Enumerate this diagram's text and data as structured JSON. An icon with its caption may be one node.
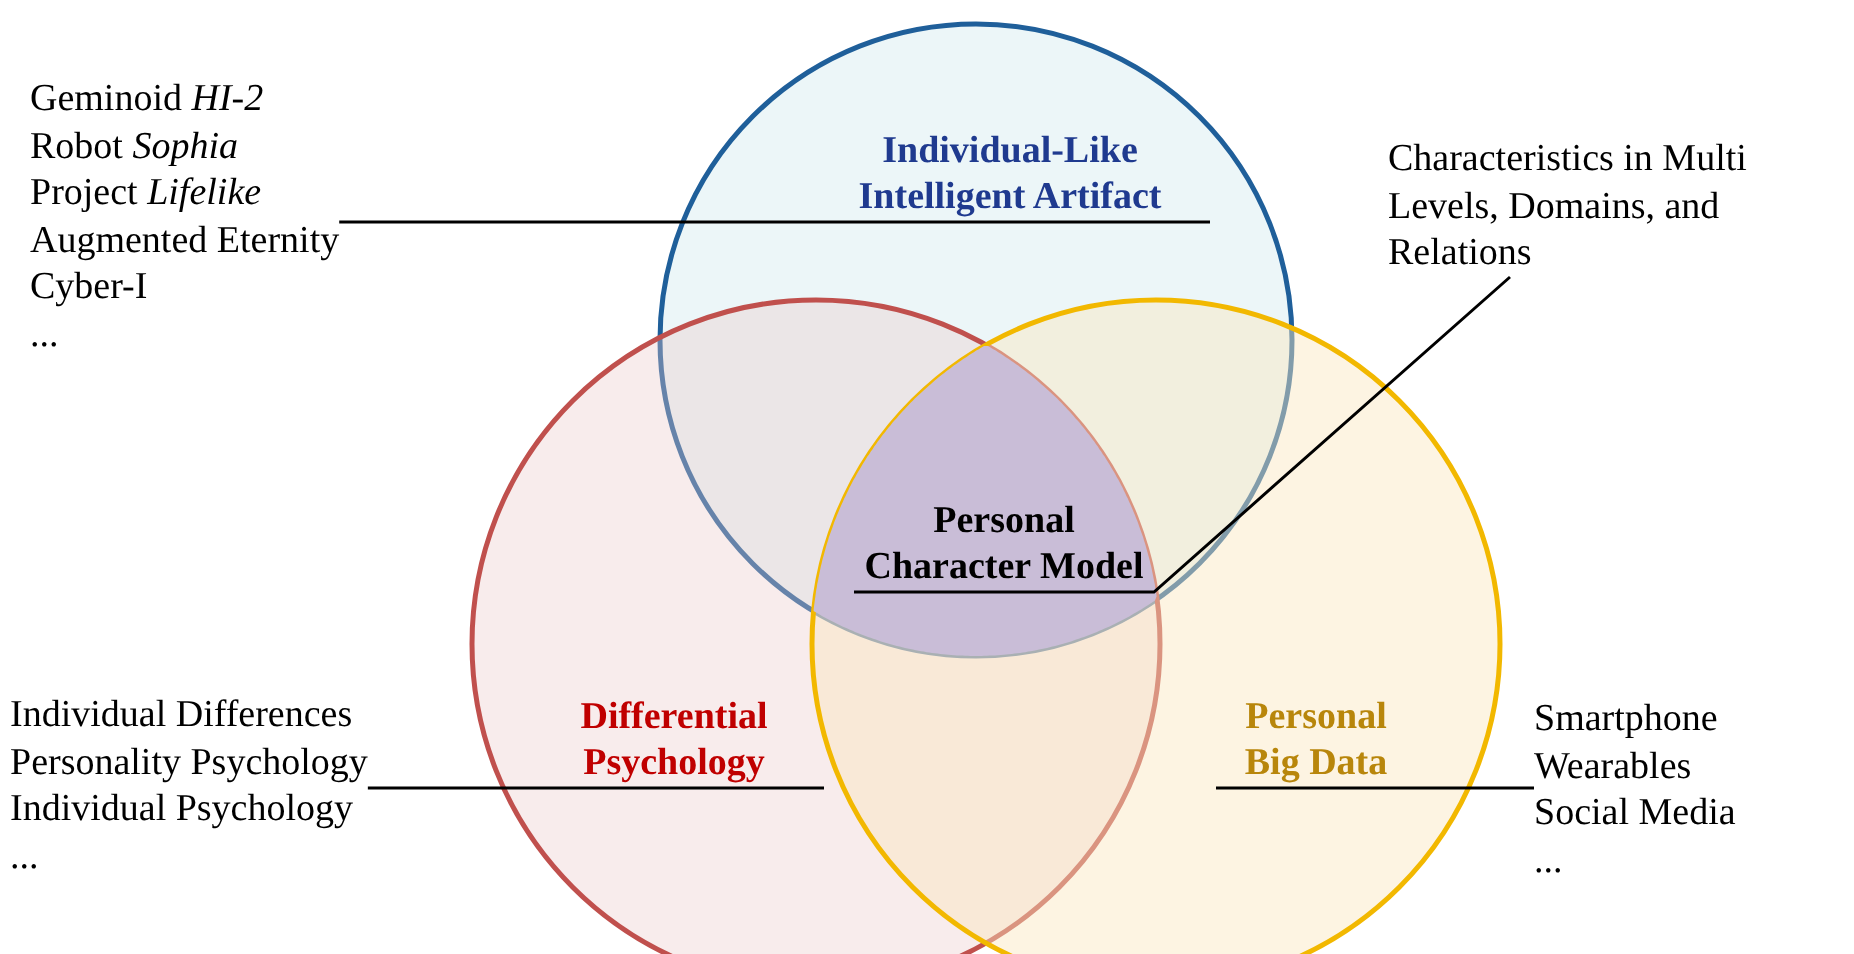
{
  "diagram": {
    "nodes": [
      {
        "text": [
          "Individual-Like Intelligent Artifact"
        ]
      },
      {
        "text": [
          "Differential Psychology"
        ]
      },
      {
        "text": [
          "Personal Big Data"
        ]
      },
      {
        "text": [
          "Personal Character Model"
        ]
      },
      {
        "text": [
          "Geminoid *HI-2*",
          "Robot *Sophia*",
          "Project *Lifelike*",
          "Augmented Eternity",
          "Cyber-I",
          "..."
        ]
      },
      {
        "text": [
          "Characteristics in Multi Levels, Domains, and Relations"
        ]
      },
      {
        "text": [
          "Individual Differences",
          "Personality Psychology",
          "Individual Psychology",
          "..."
        ]
      },
      {
        "text": [
          "Smartphone",
          "Wearables",
          "Social Media",
          "..."
        ]
      }
    ],
    "edges": [
      {
        "from": 4,
        "to": 0,
        "arrow": "none"
      },
      {
        "from": 5,
        "to": 3,
        "arrow": "none"
      },
      {
        "from": 6,
        "to": 1,
        "arrow": "none"
      },
      {
        "from": 7,
        "to": 2,
        "arrow": "none"
      }
    ]
  }
}
